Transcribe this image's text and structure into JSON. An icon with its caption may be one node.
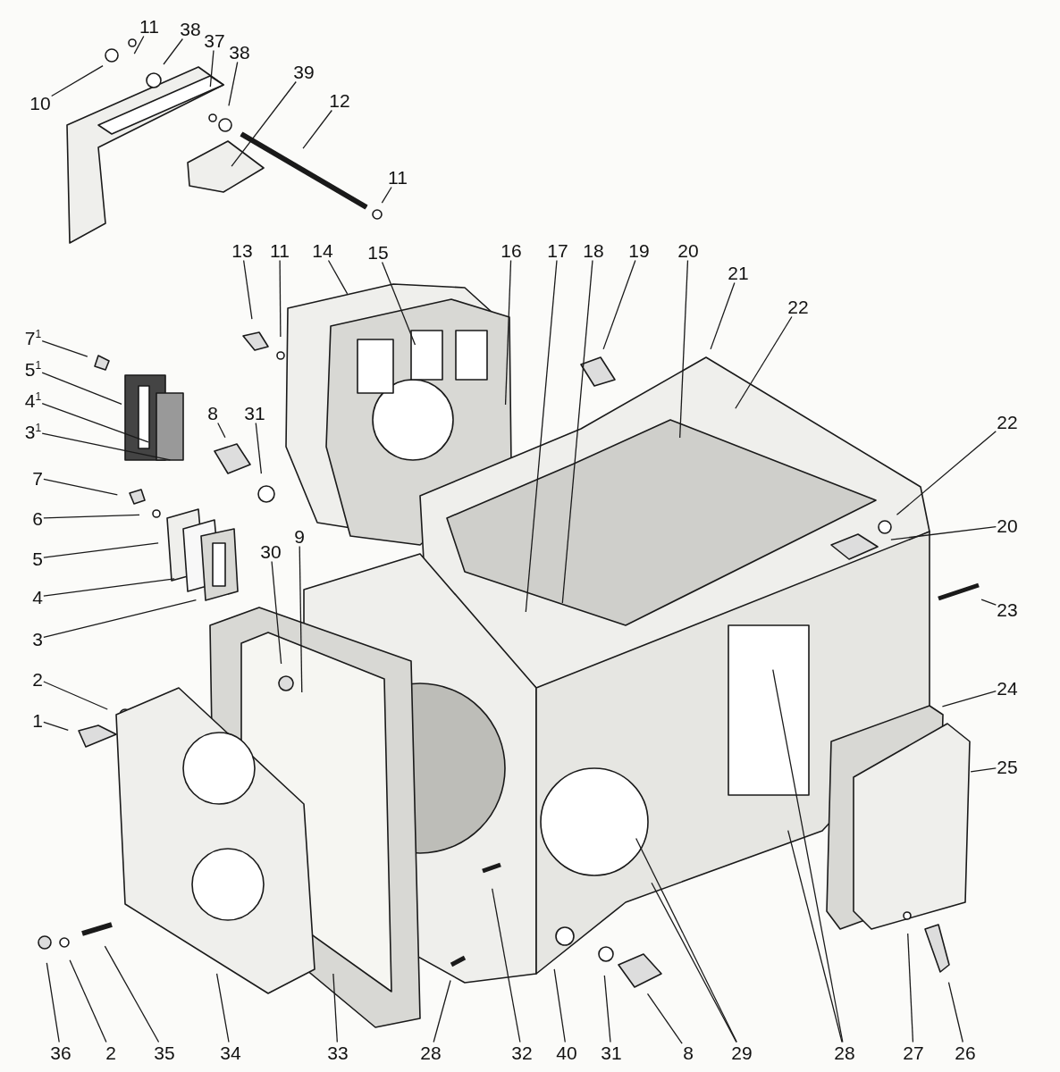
{
  "diagram": {
    "nodes": [
      {
        "text": [
          "11"
        ]
      },
      {
        "text": [
          "38"
        ]
      },
      {
        "text": [
          "37"
        ]
      },
      {
        "text": [
          "10"
        ]
      },
      {
        "text": [
          "38"
        ]
      },
      {
        "text": [
          "39"
        ]
      },
      {
        "text": [
          "12"
        ]
      },
      {
        "text": [
          "11"
        ]
      },
      {
        "text": [
          "13"
        ]
      },
      {
        "text": [
          "11"
        ]
      },
      {
        "text": [
          "14"
        ]
      },
      {
        "text": [
          "15"
        ]
      },
      {
        "text": [
          "16"
        ]
      },
      {
        "text": [
          "17"
        ]
      },
      {
        "text": [
          "18"
        ]
      },
      {
        "text": [
          "19"
        ]
      },
      {
        "text": [
          "20"
        ]
      },
      {
        "text": [
          "21"
        ]
      },
      {
        "text": [
          "22"
        ]
      },
      {
        "text": [
          "7$^{1}$"
        ]
      },
      {
        "text": [
          "5$^{1}$"
        ]
      },
      {
        "text": [
          "4$^{1}$"
        ]
      },
      {
        "text": [
          "3$^{1}$"
        ]
      },
      {
        "text": [
          "8"
        ]
      },
      {
        "text": [
          "31"
        ]
      },
      {
        "text": [
          "7"
        ]
      },
      {
        "text": [
          "6"
        ]
      },
      {
        "text": [
          "5"
        ]
      },
      {
        "text": [
          "30"
        ]
      },
      {
        "text": [
          "9"
        ]
      },
      {
        "text": [
          "4"
        ]
      },
      {
        "text": [
          "3"
        ]
      },
      {
        "text": [
          "2"
        ]
      },
      {
        "text": [
          "1"
        ]
      },
      {
        "text": [
          "22"
        ]
      },
      {
        "text": [
          "20"
        ]
      },
      {
        "text": [
          "23"
        ]
      },
      {
        "text": [
          "24"
        ]
      },
      {
        "text": [
          "25"
        ]
      },
      {
        "text": [
          "36"
        ]
      },
      {
        "text": [
          "2"
        ]
      },
      {
        "text": [
          "35"
        ]
      },
      {
        "text": [
          "34"
        ]
      },
      {
        "text": [
          "33"
        ]
      },
      {
        "text": [
          "28"
        ]
      },
      {
        "text": [
          "32"
        ]
      },
      {
        "text": [
          "40"
        ]
      },
      {
        "text": [
          "31"
        ]
      },
      {
        "text": [
          "8"
        ]
      },
      {
        "text": [
          "29"
        ]
      },
      {
        "text": [
          "28"
        ]
      },
      {
        "text": [
          "27"
        ]
      },
      {
        "text": [
          "26"
        ]
      }
    ],
    "edges": [
      {
        "from": 0,
        "to": null,
        "arrow": "none"
      },
      {
        "from": 1,
        "to": null,
        "arrow": "none"
      },
      {
        "from": 2,
        "to": null,
        "arrow": "none"
      },
      {
        "from": 3,
        "to": null,
        "arrow": "none"
      },
      {
        "from": 4,
        "to": null,
        "arrow": "none"
      },
      {
        "from": 5,
        "to": null,
        "arrow": "none"
      },
      {
        "from": 6,
        "to": null,
        "arrow": "none"
      },
      {
        "from": 7,
        "to": null,
        "arrow": "none"
      },
      {
        "from": 8,
        "to": null,
        "arrow": "none"
      },
      {
        "from": 9,
        "to": null,
        "arrow": "none"
      },
      {
        "from": 10,
        "to": null,
        "arrow": "none"
      },
      {
        "from": 11,
        "to": null,
        "arrow": "none"
      },
      {
        "from": 12,
        "to": null,
        "arrow": "none"
      },
      {
        "from": 13,
        "to": null,
        "arrow": "none"
      },
      {
        "from": 14,
        "to": null,
        "arrow": "none"
      },
      {
        "from": 15,
        "to": null,
        "arrow": "none"
      },
      {
        "from": 16,
        "to": null,
        "arrow": "none"
      },
      {
        "from": 17,
        "to": null,
        "arrow": "none"
      },
      {
        "from": 18,
        "to": null,
        "arrow": "none"
      },
      {
        "from": 19,
        "to": null,
        "arrow": "none"
      },
      {
        "from": 20,
        "to": null,
        "arrow": "none"
      },
      {
        "from": 21,
        "to": null,
        "arrow": "none"
      },
      {
        "from": 22,
        "to": null,
        "arrow": "none"
      },
      {
        "from": 23,
        "to": null,
        "arrow": "none"
      },
      {
        "from": 24,
        "to": null,
        "arrow": "none"
      },
      {
        "from": 25,
        "to": null,
        "arrow": "none"
      },
      {
        "from": 26,
        "to": null,
        "arrow": "none"
      },
      {
        "from": 27,
        "to": null,
        "arrow": "none"
      },
      {
        "from": 28,
        "to": null,
        "arrow": "none"
      },
      {
        "from": 29,
        "to": null,
        "arrow": "none"
      },
      {
        "from": 30,
        "to": null,
        "arrow": "none"
      },
      {
        "from": 31,
        "to": null,
        "arrow": "none"
      },
      {
        "from": 32,
        "to": null,
        "arrow": "none"
      },
      {
        "from": 33,
        "to": null,
        "arrow": "none"
      },
      {
        "from": 34,
        "to": null,
        "arrow": "none"
      },
      {
        "from": 35,
        "to": null,
        "arrow": "none"
      },
      {
        "from": 36,
        "to": null,
        "arrow": "none"
      },
      {
        "from": 37,
        "to": null,
        "arrow": "none"
      },
      {
        "from": 38,
        "to": null,
        "arrow": "none"
      },
      {
        "from": 39,
        "to": null,
        "arrow": "none"
      },
      {
        "from": 40,
        "to": null,
        "arrow": "none"
      },
      {
        "from": 41,
        "to": null,
        "arrow": "none"
      },
      {
        "from": 42,
        "to": null,
        "arrow": "none"
      },
      {
        "from": 43,
        "to": null,
        "arrow": "none"
      },
      {
        "from": 44,
        "to": null,
        "arrow": "none"
      },
      {
        "from": 45,
        "to": null,
        "arrow": "none"
      },
      {
        "from": 46,
        "to": null,
        "arrow": "none"
      },
      {
        "from": 47,
        "to": null,
        "arrow": "none"
      },
      {
        "from": 48,
        "to": null,
        "arrow": "none"
      },
      {
        "from": 49,
        "to": null,
        "arrow": "none"
      },
      {
        "from": 49,
        "to": null,
        "arrow": "none"
      },
      {
        "from": 50,
        "to": null,
        "arrow": "none"
      },
      {
        "from": 50,
        "to": null,
        "arrow": "none"
      },
      {
        "from": 51,
        "to": null,
        "arrow": "none"
      },
      {
        "from": 52,
        "to": null,
        "arrow": "none"
      }
    ]
  }
}
